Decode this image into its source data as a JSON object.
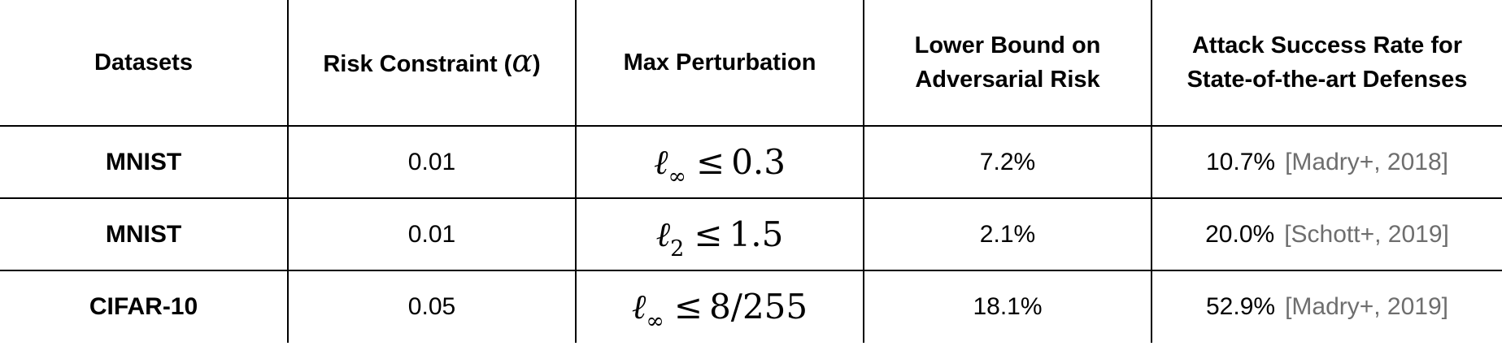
{
  "table": {
    "headers": {
      "datasets": "Datasets",
      "risk_constraint": "Risk Constraint (",
      "risk_constraint_symbol": "α",
      "risk_constraint_close": ")",
      "max_perturbation": "Max Perturbation",
      "lower_bound_line1": "Lower Bound on",
      "lower_bound_line2": "Adversarial Risk",
      "attack_line1": "Attack Success Rate for",
      "attack_line2": "State-of-the-art Defenses"
    },
    "rows": [
      {
        "dataset": "MNIST",
        "risk": "0.01",
        "norm": "ℓ",
        "norm_sub": "∞",
        "op": "≤",
        "bound": "0.3",
        "lower_bound": "7.2%",
        "attack_rate": "10.7%",
        "citation": "[Madry+, 2018]"
      },
      {
        "dataset": "MNIST",
        "risk": "0.01",
        "norm": "ℓ",
        "norm_sub": "2",
        "op": "≤",
        "bound": "1.5",
        "lower_bound": "2.1%",
        "attack_rate": "20.0%",
        "citation": "[Schott+, 2019]"
      },
      {
        "dataset": "CIFAR-10",
        "risk": "0.05",
        "norm": "ℓ",
        "norm_sub": "∞",
        "op": "≤",
        "bound": "8/255",
        "lower_bound": "18.1%",
        "attack_rate": "52.9%",
        "citation": "[Madry+, 2019]"
      }
    ]
  },
  "colors": {
    "text": "#000000",
    "citation": "#6e6e6e",
    "rule": "#000000",
    "background": "#ffffff"
  }
}
